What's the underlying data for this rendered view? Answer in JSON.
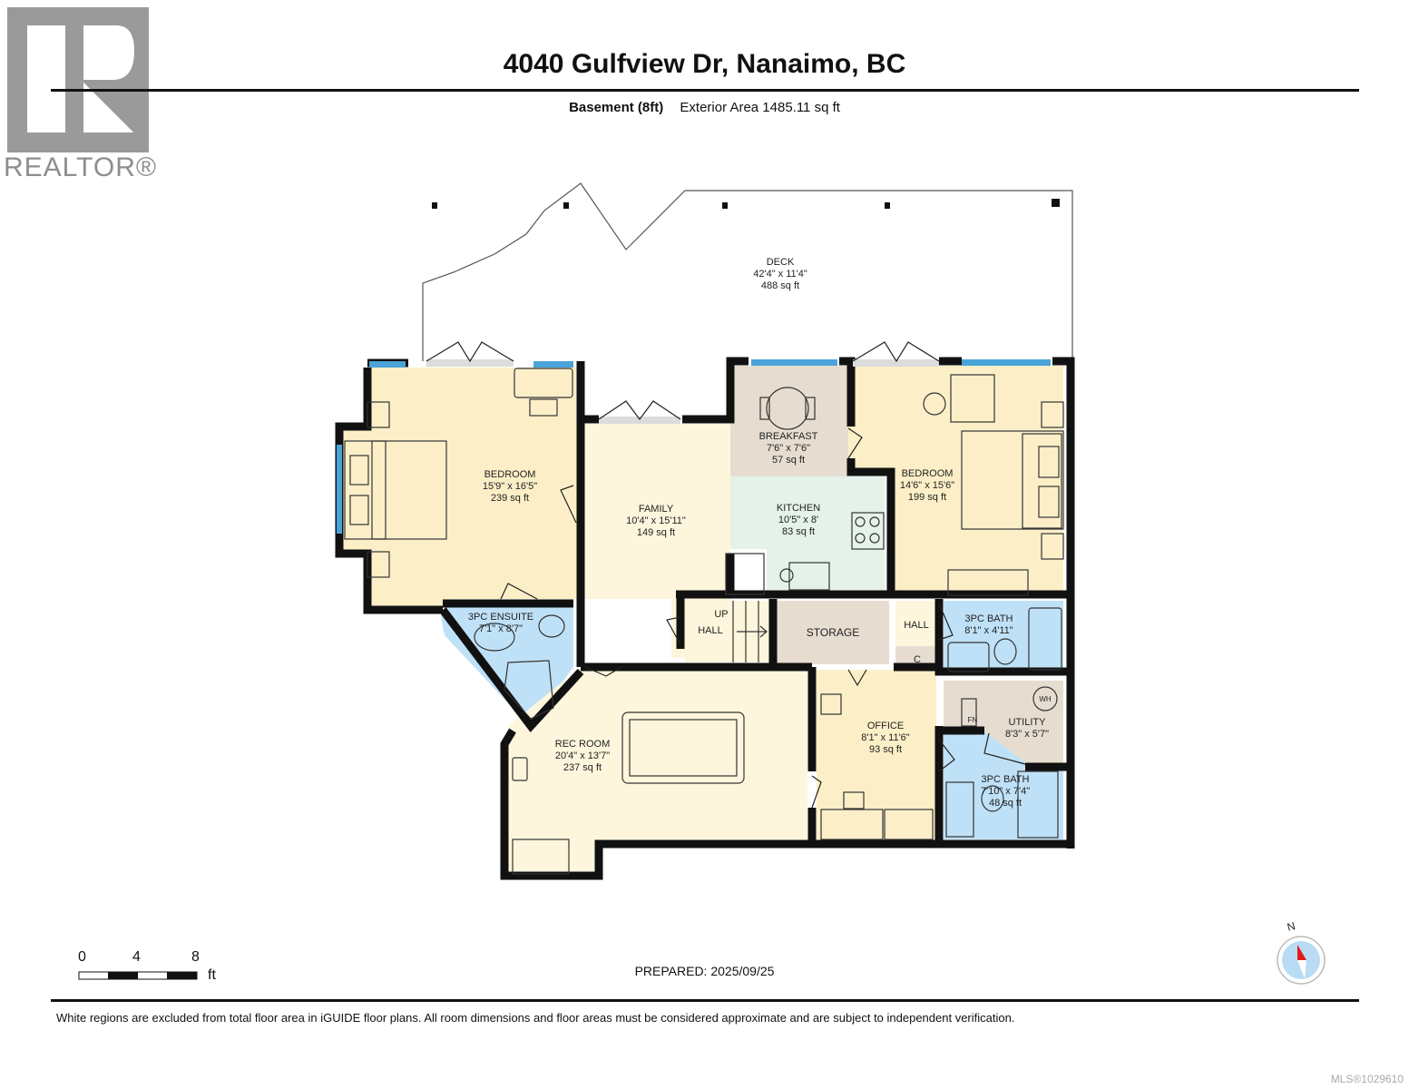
{
  "header": {
    "logo_text": "REALTOR®",
    "title": "4040 Gulfview Dr, Nanaimo, BC",
    "floor_label": "Basement (8ft)",
    "exterior_area": "Exterior Area 1485.11 sq ft"
  },
  "rooms": {
    "deck": {
      "name": "DECK",
      "dims": "42'4\" x 11'4\"",
      "area": "488 sq ft"
    },
    "bedroom_west": {
      "name": "BEDROOM",
      "dims": "15'9\" x 16'5\"",
      "area": "239 sq ft"
    },
    "family": {
      "name": "FAMILY",
      "dims": "10'4\" x 15'11\"",
      "area": "149 sq ft"
    },
    "breakfast": {
      "name": "BREAKFAST",
      "dims": "7'6\" x 7'6\"",
      "area": "57 sq ft"
    },
    "kitchen": {
      "name": "KITCHEN",
      "dims": "10'5\" x 8'",
      "area": "83 sq ft"
    },
    "bedroom_east": {
      "name": "BEDROOM",
      "dims": "14'6\" x 15'6\"",
      "area": "199 sq ft"
    },
    "ensuite": {
      "name": "3PC ENSUITE",
      "dims": "7'1\" x 8'7\""
    },
    "hall_west": {
      "name": "HALL",
      "stair": "UP"
    },
    "storage": {
      "name": "STORAGE"
    },
    "hall_east": {
      "name": "HALL",
      "closet": "C"
    },
    "bath_upper": {
      "name": "3PC BATH",
      "dims": "8'1\" x 4'11\""
    },
    "rec_room": {
      "name": "REC ROOM",
      "dims": "20'4\" x 13'7\"",
      "area": "237 sq ft"
    },
    "office": {
      "name": "OFFICE",
      "dims": "8'1\" x 11'6\"",
      "area": "93 sq ft"
    },
    "utility": {
      "name": "UTILITY",
      "dims": "8'3\" x 5'7\"",
      "wh": "WH",
      "fn": "FN"
    },
    "bath_lower": {
      "name": "3PC BATH",
      "dims": "7'10\" x 7'4\"",
      "area": "48 sq ft"
    }
  },
  "colors": {
    "bedroom": "#fcefc8",
    "family": "#fdf6dc",
    "breakfast": "#e6ddd0",
    "kitchen": "#e4f2ea",
    "bath": "#bfe1f7",
    "utility": "#e6ddd0",
    "storage": "#e6ddd0",
    "wall": "#111111",
    "window": "#4aa3d9"
  },
  "scale": {
    "ticks": [
      "0",
      "4",
      "8"
    ],
    "unit": "ft"
  },
  "footer": {
    "prepared": "PREPARED: 2025/09/25",
    "compass_label": "N",
    "disclaimer": "White regions are excluded from total floor area in iGUIDE floor plans. All room dimensions and floor areas must be considered approximate and are subject to independent verification.",
    "mls": "MLS®1029610"
  }
}
